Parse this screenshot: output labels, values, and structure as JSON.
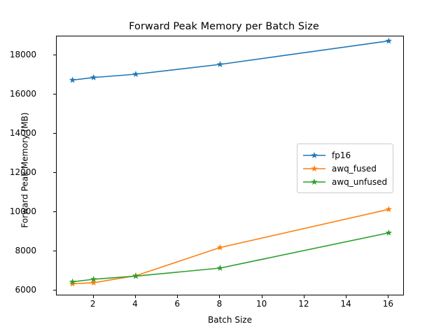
{
  "chart_data": {
    "type": "line",
    "title": "Forward Peak Memory per Batch Size",
    "xlabel": "Batch Size",
    "ylabel": "Forward Peak Memory (MB)",
    "x": [
      1,
      2,
      4,
      8,
      16
    ],
    "xlim": [
      0.25,
      16.75
    ],
    "ylim": [
      5720,
      18980
    ],
    "xticks": [
      2,
      4,
      6,
      8,
      10,
      12,
      14,
      16
    ],
    "xtick_labels": [
      "2",
      "4",
      "6",
      "8",
      "10",
      "12",
      "14",
      "16"
    ],
    "yticks": [
      6000,
      8000,
      10000,
      12000,
      14000,
      16000,
      18000
    ],
    "ytick_labels": [
      "6000",
      "8000",
      "10000",
      "12000",
      "14000",
      "16000",
      "18000"
    ],
    "grid": false,
    "marker": "star",
    "legend_position": "center right",
    "series": [
      {
        "name": "fp16",
        "color": "#1f77b4",
        "values": [
          16750,
          16880,
          17050,
          17550,
          18750
        ]
      },
      {
        "name": "awq_fused",
        "color": "#ff7f0e",
        "values": [
          6350,
          6400,
          6760,
          8200,
          10150
        ]
      },
      {
        "name": "awq_unfused",
        "color": "#2ca02c",
        "values": [
          6450,
          6580,
          6740,
          7150,
          8950
        ]
      }
    ]
  },
  "legend": {
    "entries": [
      "fp16",
      "awq_fused",
      "awq_unfused"
    ]
  }
}
